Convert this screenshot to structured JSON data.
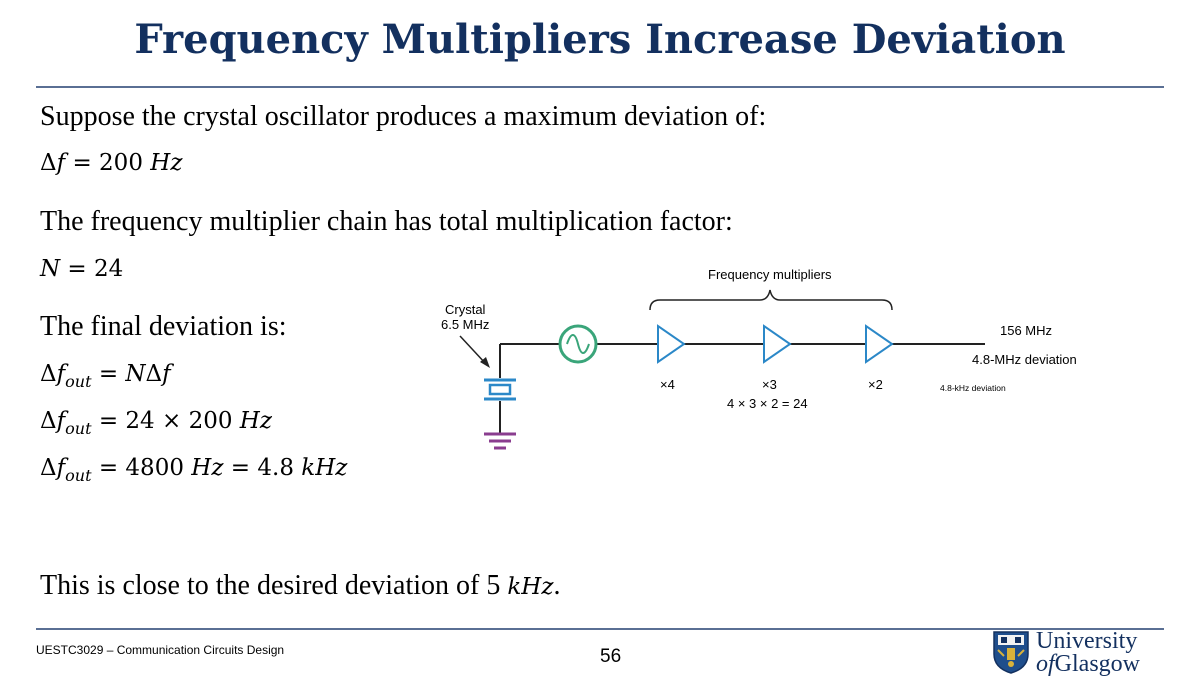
{
  "title": "Frequency Multipliers Increase Deviation",
  "lines": {
    "l1": "Suppose the crystal oscillator produces a maximum deviation of:",
    "l3": "The frequency multiplier chain has total multiplication factor:",
    "l5": "The final deviation is:",
    "l9_text": "This is close to the desired deviation of 5",
    "l9_unit": "kHz",
    "l9_end": "."
  },
  "equations": {
    "delta_f": "200",
    "delta_f_unit": "Hz",
    "n_value": "24",
    "eq2_b": "24 × 200",
    "eq2_unit": "Hz",
    "eq3_b": "4800",
    "eq3_unit1": "Hz",
    "eq3_c": "4.8",
    "eq3_unit2": "kHz"
  },
  "diagram": {
    "crystal_label": "Crystal",
    "crystal_freq": "6.5 MHz",
    "multipliers_label": "Frequency multipliers",
    "mult1": "×4",
    "mult2": "×3",
    "mult3": "×2",
    "product": "4 × 3 × 2 = 24",
    "out_freq": "156 MHz",
    "out_dev": "4.8-MHz deviation",
    "note": "4.8-kHz deviation",
    "line_color": "#222222",
    "amp_color": "#2b88c8",
    "osc_color": "#3aa57a",
    "crystal_color": "#2b88c8",
    "ground_color": "#8a3d8f"
  },
  "footer": {
    "course": "UESTC3029 – Communication Circuits Design",
    "page": "56",
    "logo_line1": "University",
    "logo_line2_of": "of",
    "logo_line2": "Glasgow"
  },
  "colors": {
    "title": "#13305f",
    "rule": "#5a6f94"
  }
}
